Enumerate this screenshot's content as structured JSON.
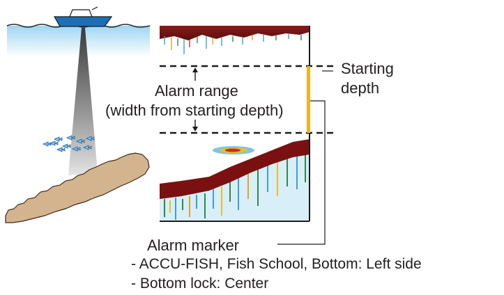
{
  "labels": {
    "alarm_range": "Alarm range",
    "alarm_range_note": "(width from starting depth)",
    "starting_depth_line1": "Starting",
    "starting_depth_line2": "depth",
    "alarm_marker": "Alarm marker",
    "note_left_side": "- ACCU-FISH, Fish School, Bottom: Left side",
    "note_center": "- Bottom lock: Center"
  },
  "colors": {
    "sea": "#c7e8f8",
    "boat": "#1c6fb6",
    "beam": "#8a8a8a",
    "seabed": "#d4b48e",
    "echo_bottom": "#7a1010",
    "alarm_marker": "#f0b41e",
    "text": "#231f20"
  }
}
